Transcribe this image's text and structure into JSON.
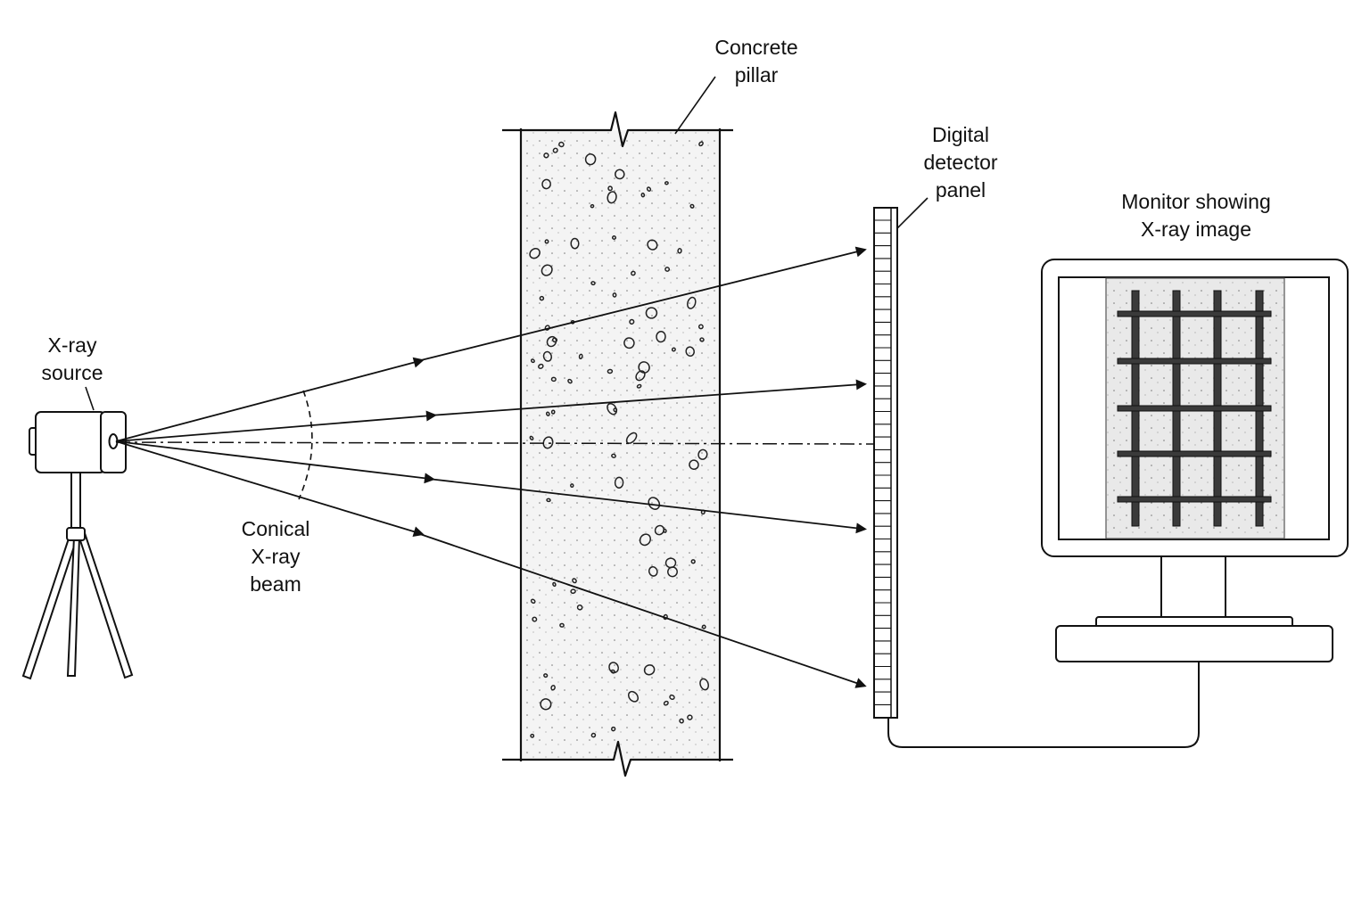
{
  "labels": {
    "xray_source": [
      "X-ray",
      "source"
    ],
    "conical_beam": [
      "Conical",
      "X-ray",
      "beam"
    ],
    "concrete_pillar": [
      "Concrete",
      "pillar"
    ],
    "detector_panel": [
      "Digital",
      "detector",
      "panel"
    ],
    "monitor": [
      "Monitor showing",
      "X-ray image"
    ]
  },
  "colors": {
    "line": "#111111",
    "concrete_fill": "#f4f4f4",
    "xray_image_fill": "#e9e9e9",
    "rebar": "#2a2a2a",
    "background": "#ffffff"
  }
}
